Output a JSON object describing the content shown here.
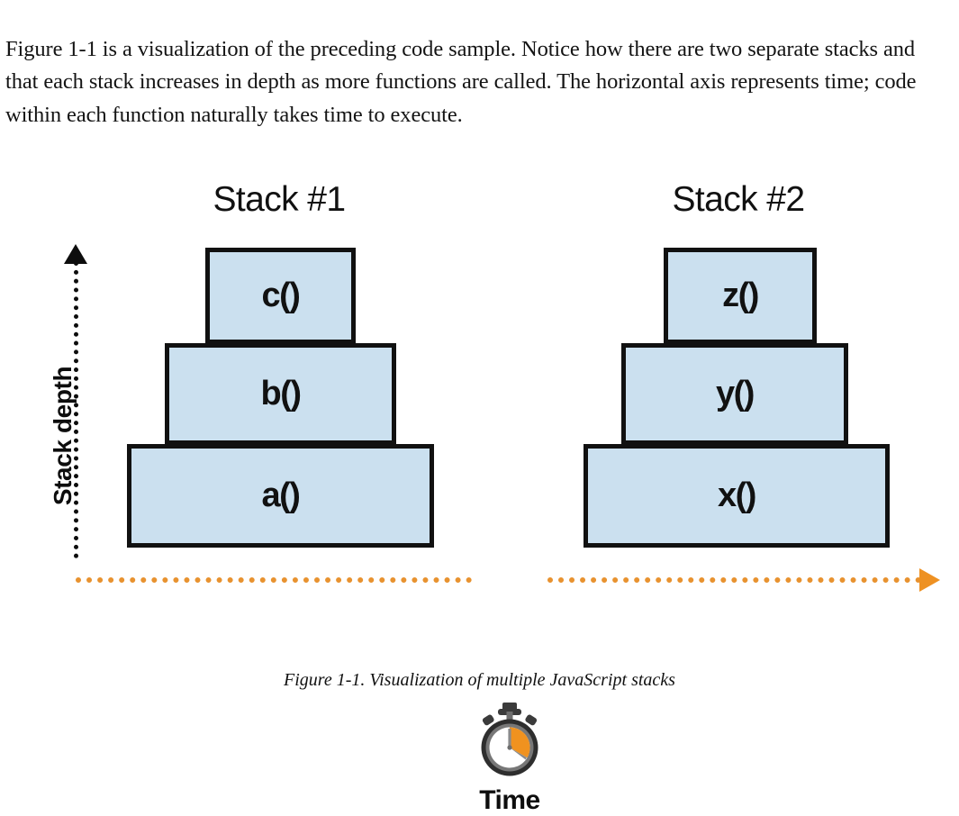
{
  "prose": {
    "figure_reference": "Figure 1-1",
    "text": " is a visualization of the preceding code sample. Notice how there are two separate stacks and that each stack increases in depth as more functions are called. The horizontal axis represents time; code within each function naturally takes time to execute.",
    "link_color": "#9A1725"
  },
  "figure": {
    "axes": {
      "y_label": "Stack depth",
      "y_axis_style": "dotted-black-arrow-up",
      "x_label": "Time",
      "x_axis_style": "dotted-orange-arrow-right",
      "x_axis_color": "#ee9122",
      "y_axis_color": "#0d0d0d",
      "x_icon": "stopwatch-icon"
    },
    "box_fill": "#cbe0ef",
    "box_stroke": "#111111",
    "stacks": [
      {
        "title": "Stack #1",
        "frames": [
          {
            "label": "c()",
            "depth": 3
          },
          {
            "label": "b()",
            "depth": 2
          },
          {
            "label": "a()",
            "depth": 1
          }
        ]
      },
      {
        "title": "Stack #2",
        "frames": [
          {
            "label": "z()",
            "depth": 3
          },
          {
            "label": "y()",
            "depth": 2
          },
          {
            "label": "x()",
            "depth": 1
          }
        ]
      }
    ]
  },
  "caption": "Figure 1-1. Visualization of multiple JavaScript stacks"
}
